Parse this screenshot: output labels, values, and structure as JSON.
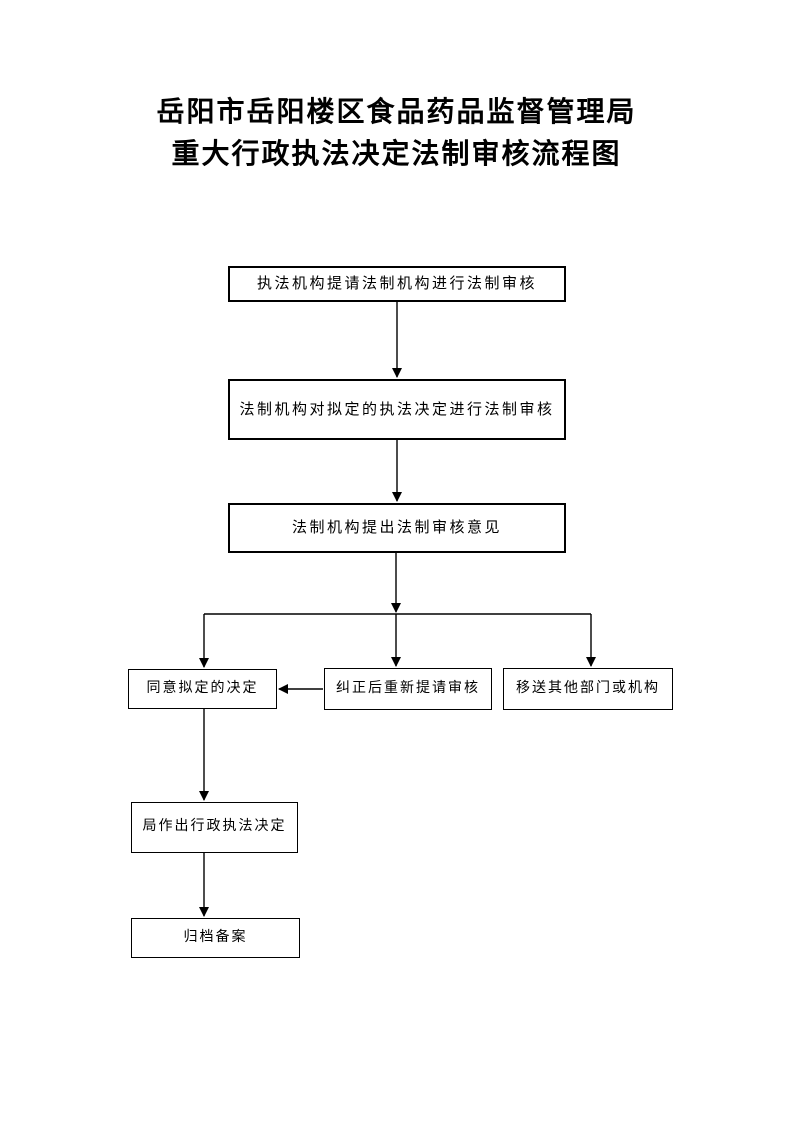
{
  "page": {
    "title_line1": "岳阳市岳阳楼区食品药品监督管理局",
    "title_line2": "重大行政执法决定法制审核流程图"
  },
  "flowchart": {
    "nodes": {
      "request_review": "执法机构提请法制机构进行法制审核",
      "conduct_review": "法制机构对拟定的执法决定进行法制审核",
      "issue_opinion": "法制机构提出法制审核意见",
      "agree_decision": "同意拟定的决定",
      "resubmit_after_correction": "纠正后重新提请审核",
      "transfer_other": "移送其他部门或机构",
      "make_decision": "局作出行政执法决定",
      "archive": "归档备案"
    },
    "line_color": "#000000",
    "background_color": "#ffffff"
  }
}
